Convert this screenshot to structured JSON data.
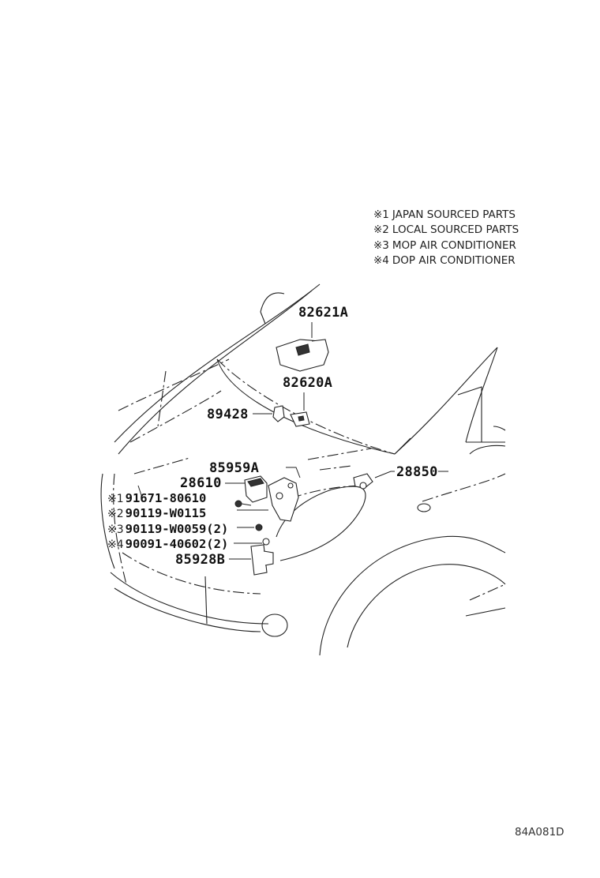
{
  "legend": [
    {
      "mark": "※1",
      "text": "JAPAN SOURCED PARTS"
    },
    {
      "mark": "※2",
      "text": "LOCAL SOURCED PARTS"
    },
    {
      "mark": "※3",
      "text": "MOP AIR CONDITIONER"
    },
    {
      "mark": "※4",
      "text": "DOP AIR CONDITIONER"
    }
  ],
  "parts": {
    "p82621A": "82621A",
    "p82620A": "82620A",
    "p89428": "89428",
    "p85959A": "85959A",
    "p28610": "28610",
    "p28850": "28850",
    "p91671": {
      "mark": "※1",
      "number": "91671-80610"
    },
    "p90119a": {
      "mark": "※2",
      "number": "90119-W0115"
    },
    "p90119b": {
      "mark": "※3",
      "number": "90119-W0059(2)"
    },
    "p90091": {
      "mark": "※4",
      "number": "90091-40602(2)"
    },
    "p85928B": "85928B"
  },
  "drawing_code": "84A081D"
}
